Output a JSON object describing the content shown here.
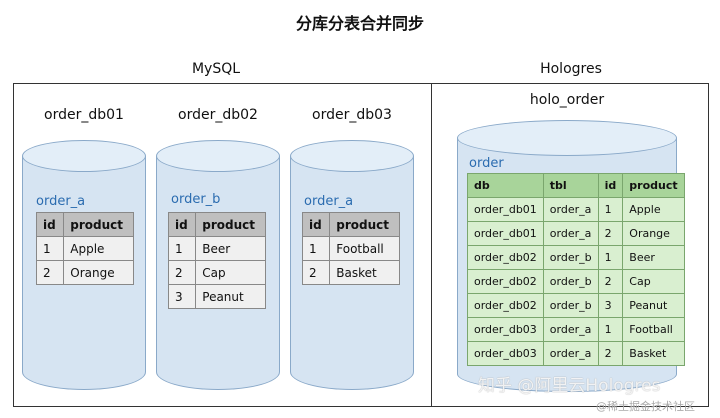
{
  "title": "分库分表合并同步",
  "mysql": {
    "label": "MySQL",
    "databases": [
      {
        "name": "order_db01",
        "table": "order_a",
        "columns": [
          "id",
          "product"
        ],
        "rows": [
          [
            "1",
            "Apple"
          ],
          [
            "2",
            "Orange"
          ]
        ]
      },
      {
        "name": "order_db02",
        "table": "order_b",
        "columns": [
          "id",
          "product"
        ],
        "rows": [
          [
            "1",
            "Beer"
          ],
          [
            "2",
            "Cap"
          ],
          [
            "3",
            "Peanut"
          ]
        ]
      },
      {
        "name": "order_db03",
        "table": "order_a",
        "columns": [
          "id",
          "product"
        ],
        "rows": [
          [
            "1",
            "Football"
          ],
          [
            "2",
            "Basket"
          ]
        ]
      }
    ]
  },
  "hologres": {
    "label": "Hologres",
    "database": "holo_order",
    "table": "order",
    "columns": [
      "db",
      "tbl",
      "id",
      "product"
    ],
    "rows": [
      [
        "order_db01",
        "order_a",
        "1",
        "Apple"
      ],
      [
        "order_db01",
        "order_a",
        "2",
        "Orange"
      ],
      [
        "order_db02",
        "order_b",
        "1",
        "Beer"
      ],
      [
        "order_db02",
        "order_b",
        "2",
        "Cap"
      ],
      [
        "order_db02",
        "order_b",
        "3",
        "Peanut"
      ],
      [
        "order_db03",
        "order_a",
        "1",
        "Football"
      ],
      [
        "order_db03",
        "order_a",
        "2",
        "Basket"
      ]
    ]
  },
  "watermark": {
    "line1": "知乎 @阿里云Hologres",
    "line2": "@稀土掘金技术社区"
  }
}
